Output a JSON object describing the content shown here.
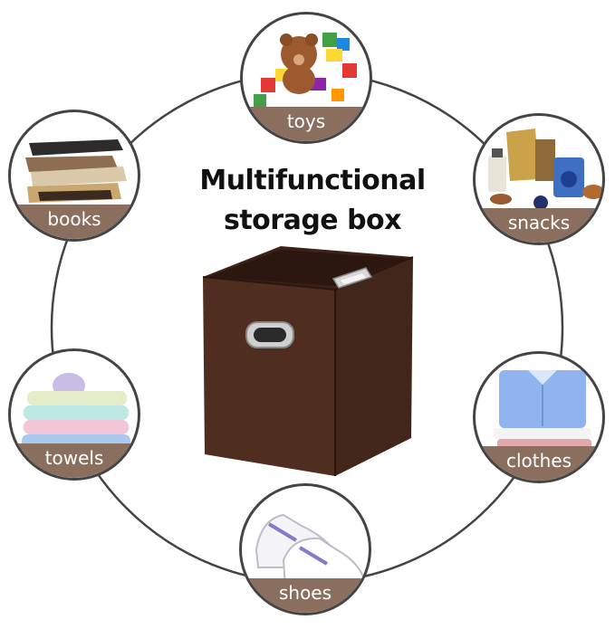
{
  "headline": {
    "line1": "Multifunctional",
    "line2": "storage box"
  },
  "categories": [
    {
      "label": "toys"
    },
    {
      "label": "books"
    },
    {
      "label": "snacks"
    },
    {
      "label": "towels"
    },
    {
      "label": "clothes"
    },
    {
      "label": "shoes"
    }
  ],
  "colors": {
    "label_band": "#8a6f5e",
    "ring": "#444444",
    "box": "#4a2a1c"
  }
}
